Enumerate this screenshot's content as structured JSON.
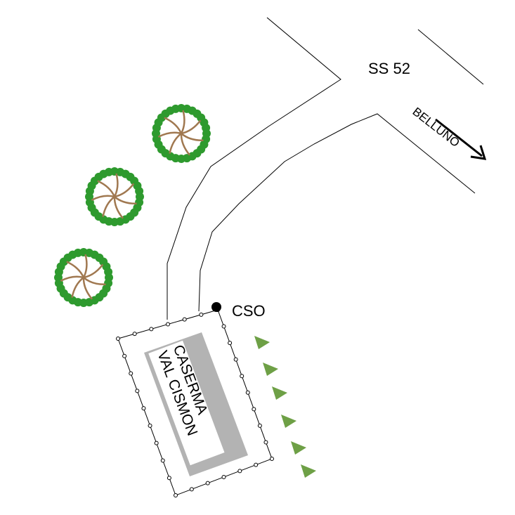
{
  "labels": {
    "road": "SS 52",
    "direction": "BELLUNO",
    "point": "CSO",
    "building_line1": "CASERMA",
    "building_line2": "VAL CISMON"
  },
  "colors": {
    "tree_green": "#2e9a2e",
    "tree_trunk": "#a07850",
    "marker_green": "#6ea046",
    "building_grey": "#b3b3b3"
  }
}
